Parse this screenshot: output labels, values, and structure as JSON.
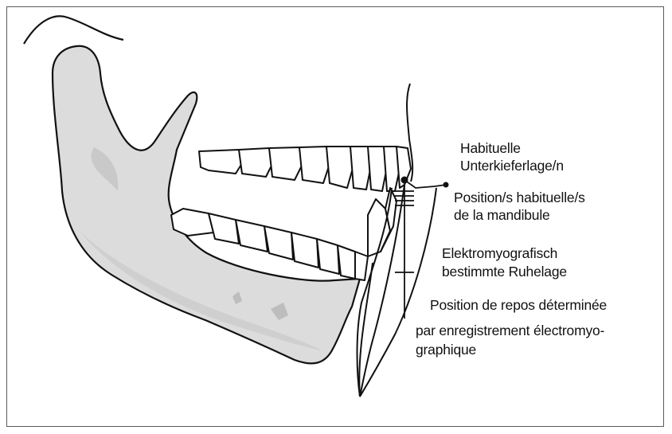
{
  "labels": {
    "habitual_de_line1": "Habituelle",
    "habitual_de_line2": "Unterkieferlage/n",
    "habitual_fr_line1": "Position/s habituelle/s",
    "habitual_fr_line2": "de la mandibule",
    "rest_de_line1": "Elektromyografisch",
    "rest_de_line2": "bestimmte Ruhelage",
    "rest_fr_line1": "Position de repos déterminée",
    "rest_fr_line2": "par enregistrement électromyo-",
    "rest_fr_line3": "graphique"
  },
  "colors": {
    "bone_fill": "#dcdcdc",
    "bone_shade": "#c4c4c4",
    "outline": "#111111",
    "frame": "#5a5a5a"
  }
}
